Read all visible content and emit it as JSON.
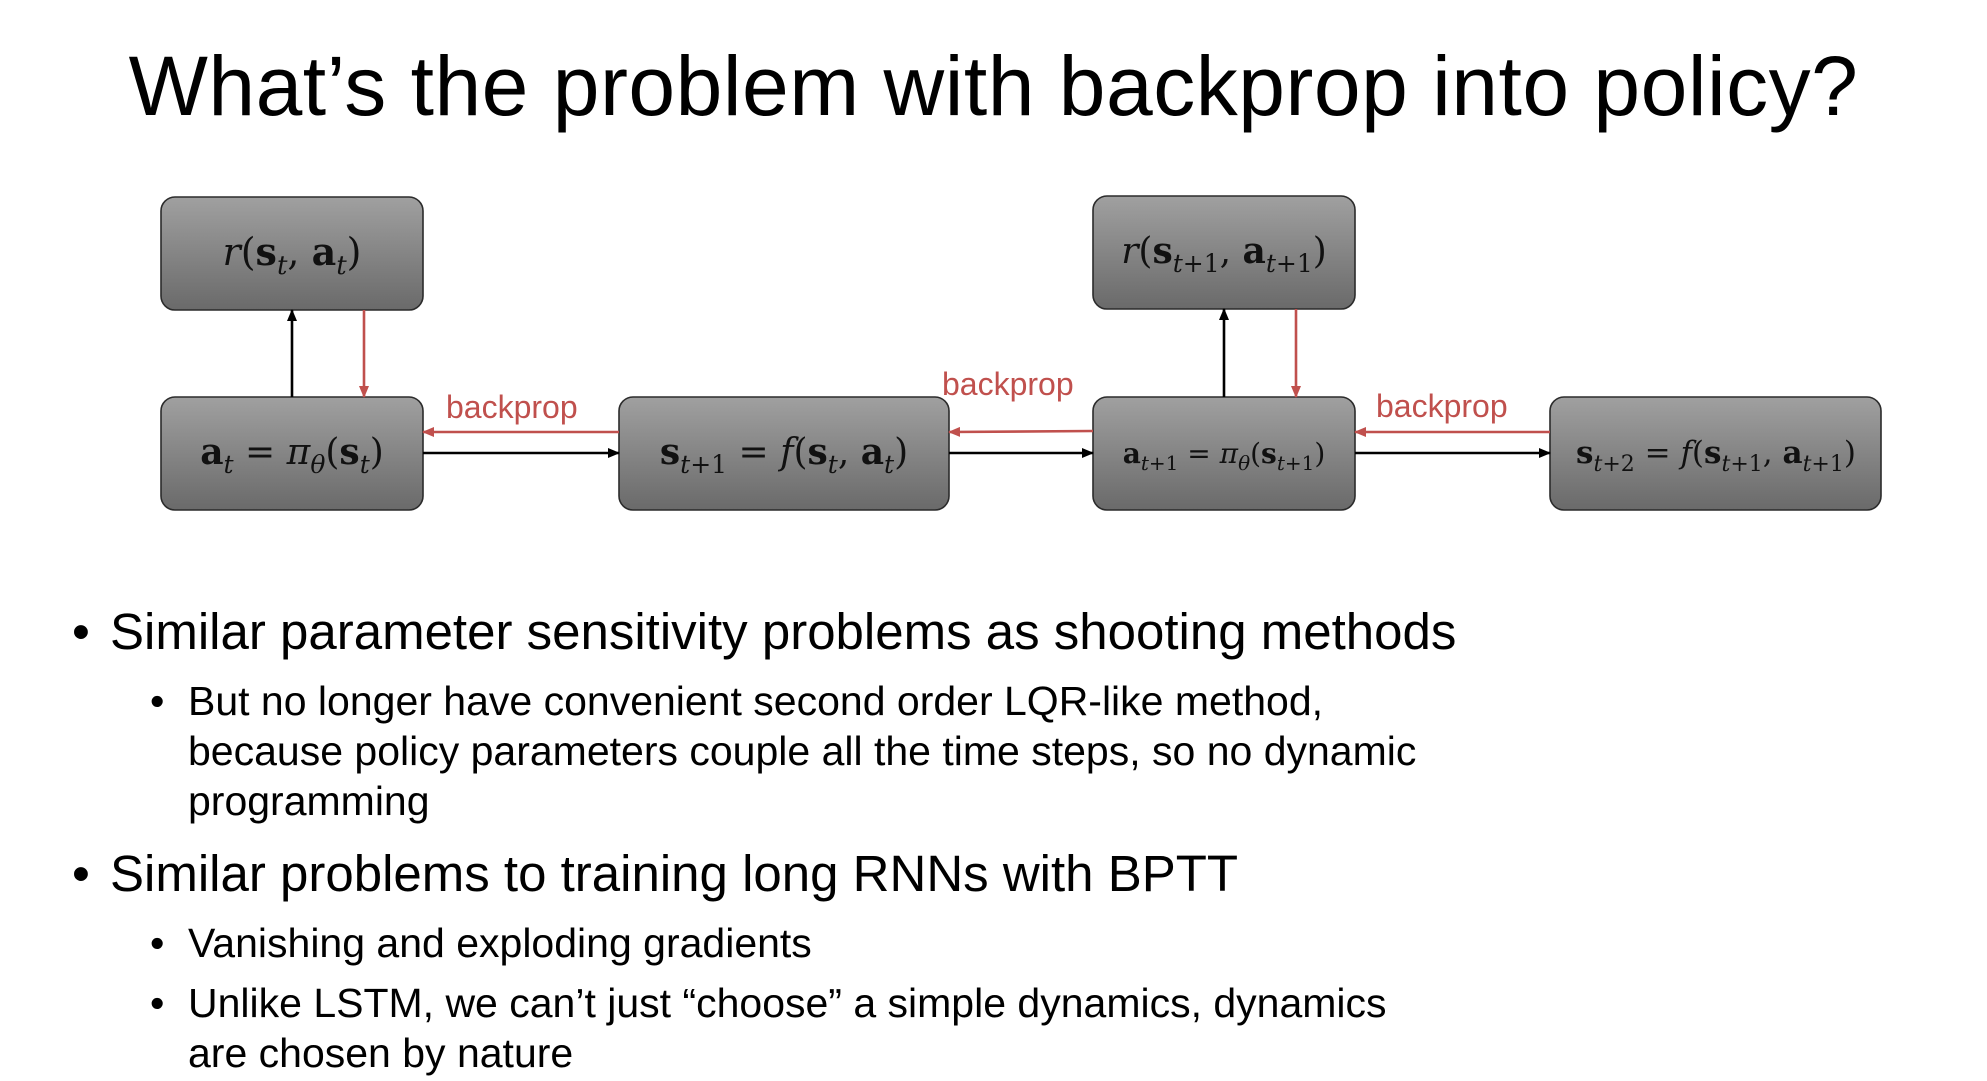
{
  "title": "What’s the problem with backprop into policy?",
  "diagram": {
    "nodes": [
      {
        "id": "r_t",
        "latex": "r(\\mathbf{s}_t, \\mathbf{a}_t)"
      },
      {
        "id": "a_t",
        "latex": "\\mathbf{a}_t = \\pi_\\theta(\\mathbf{s}_t)"
      },
      {
        "id": "s_t1",
        "latex": "\\mathbf{s}_{t+1} = f(\\mathbf{s}_t, \\mathbf{a}_t)"
      },
      {
        "id": "r_t1",
        "latex": "r(\\mathbf{s}_{t+1}, \\mathbf{a}_{t+1})"
      },
      {
        "id": "a_t1",
        "latex": "\\mathbf{a}_{t+1} = \\pi_\\theta(\\mathbf{s}_{t+1})"
      },
      {
        "id": "s_t2",
        "latex": "\\mathbf{s}_{t+2} = f(\\mathbf{s}_{t+1}, \\mathbf{a}_{t+1})"
      }
    ],
    "edge_label": "backprop",
    "colors": {
      "forward": "#000000",
      "backprop": "#c0504d",
      "box_top": "#9a9a9a",
      "box_bottom": "#6b6b6b"
    }
  },
  "bullets": [
    {
      "text": "Similar parameter sensitivity problems as shooting methods",
      "sub": [
        "But no longer have convenient second order LQR-like method,\nbecause policy parameters couple all the time steps, so no dynamic\nprogramming"
      ]
    },
    {
      "text": "Similar problems to training long RNNs with BPTT",
      "sub": [
        "Vanishing and exploding gradients",
        "Unlike LSTM, we can’t just “choose” a simple dynamics, dynamics\nare chosen by nature"
      ]
    }
  ]
}
